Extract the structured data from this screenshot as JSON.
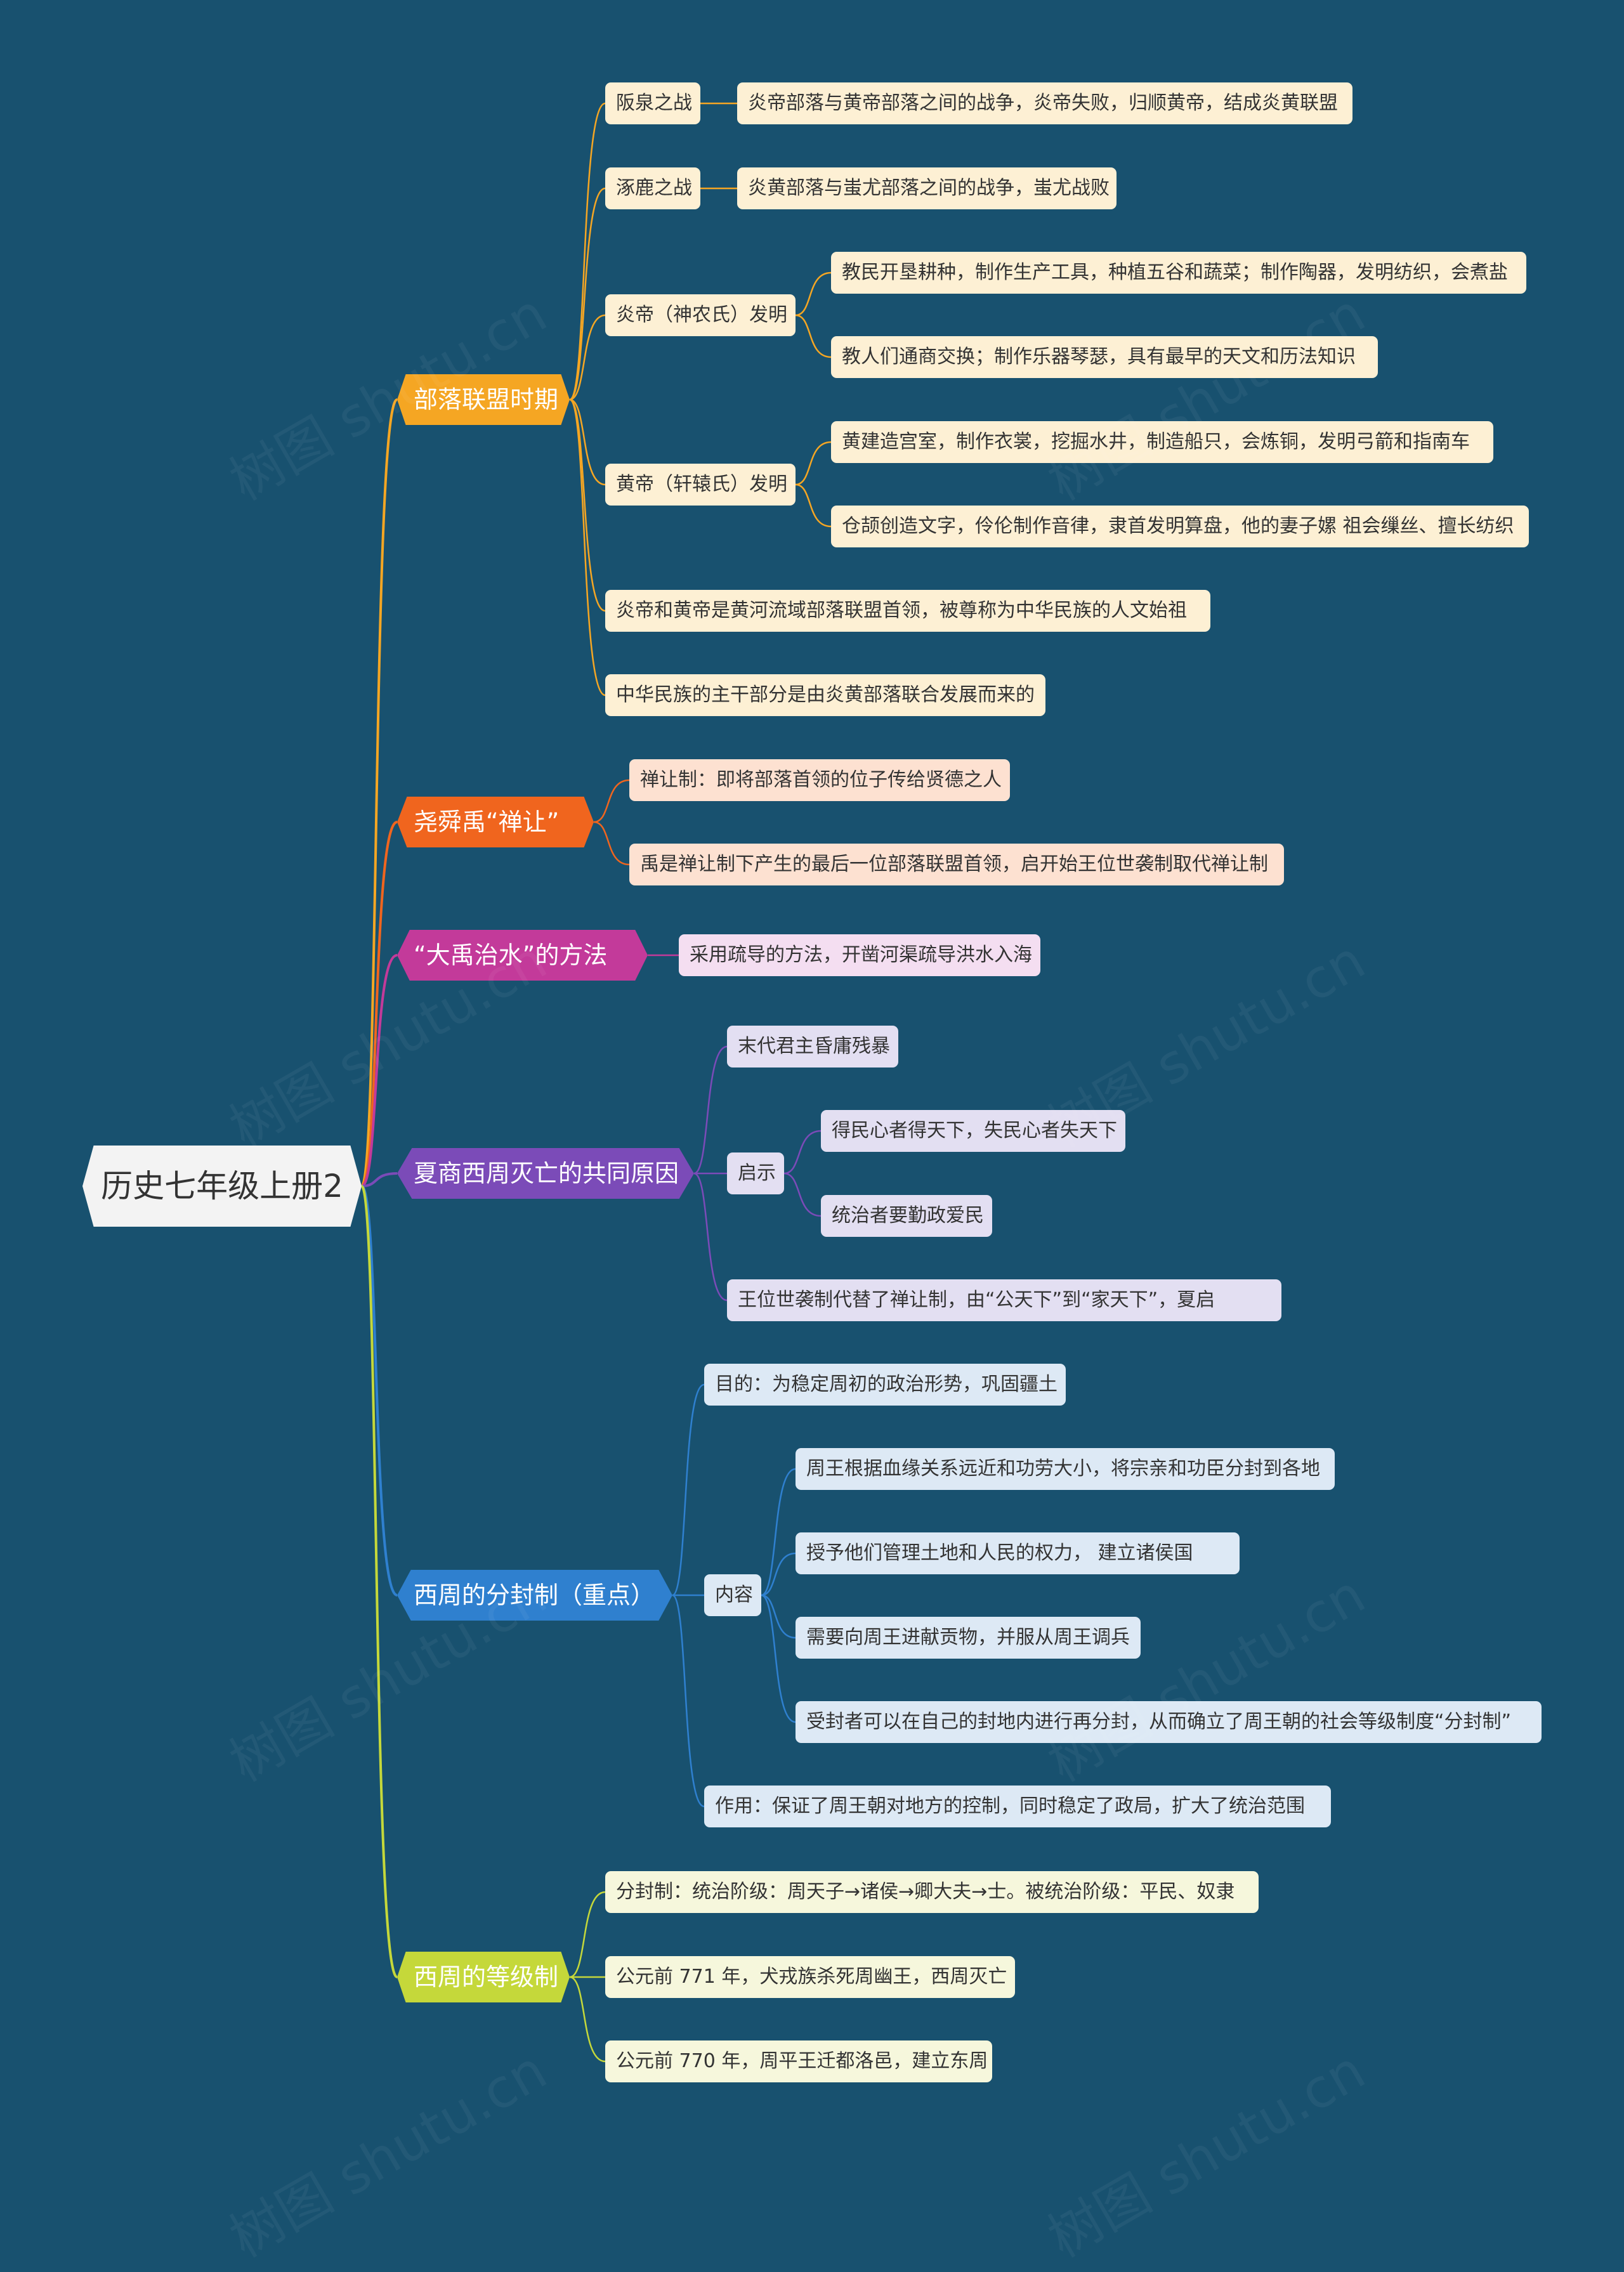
{
  "root": {
    "text": "历史七年级上册2"
  },
  "watermark": "树图 shutu.cn",
  "colors": {
    "background": "#18516f",
    "branch_0": "#f5a623",
    "branch_1": "#f0651e",
    "branch_2": "#c33a9a",
    "branch_3": "#7b4bb8",
    "branch_4": "#2f80cf",
    "branch_5": "#c5d83a"
  },
  "branches": [
    {
      "text": "部落联盟时期",
      "children": [
        {
          "text": "阪泉之战",
          "children": [
            {
              "text": "炎帝部落与黄帝部落之间的战争，炎帝失败，归顺黄帝，结成炎黄联盟"
            }
          ]
        },
        {
          "text": "涿鹿之战",
          "children": [
            {
              "text": "炎黄部落与蚩尤部落之间的战争，蚩尤战败"
            }
          ]
        },
        {
          "text": "炎帝（神农氏）发明",
          "children": [
            {
              "text": "教民开垦耕种，制作生产工具，种植五谷和蔬菜；制作陶器，发明纺织，会煮盐"
            },
            {
              "text": "教人们通商交换；制作乐器琴瑟，具有最早的天文和历法知识"
            }
          ]
        },
        {
          "text": "黄帝（轩辕氏）发明",
          "children": [
            {
              "text": "黄建造宫室，制作衣裳，挖掘水井，制造船只，会炼铜，发明弓箭和指南车"
            },
            {
              "text": "仓颉创造文字，伶伦制作音律，隶首发明算盘，他的妻子嫘 祖会缫丝、擅长纺织"
            }
          ]
        },
        {
          "text": "炎帝和黄帝是黄河流域部落联盟首领，被尊称为中华民族的人文始祖"
        },
        {
          "text": "中华民族的主干部分是由炎黄部落联合发展而来的"
        }
      ]
    },
    {
      "text": "尧舜禹“禅让”",
      "children": [
        {
          "text": "禅让制：即将部落首领的位子传给贤德之人"
        },
        {
          "text": "禹是禅让制下产生的最后一位部落联盟首领，启开始王位世袭制取代禅让制"
        }
      ]
    },
    {
      "text": "“大禹治水”的方法",
      "children": [
        {
          "text": "采用疏导的方法，开凿河渠疏导洪水入海"
        }
      ]
    },
    {
      "text": "夏商西周灭亡的共同原因",
      "children": [
        {
          "text": "末代君主昏庸残暴"
        },
        {
          "text": "启示",
          "children": [
            {
              "text": "得民心者得天下，失民心者失天下"
            },
            {
              "text": "统治者要勤政爱民"
            }
          ]
        },
        {
          "text": "王位世袭制代替了禅让制，由“公天下”到“家天下”，夏启"
        }
      ]
    },
    {
      "text": "西周的分封制（重点）",
      "children": [
        {
          "text": "目的：为稳定周初的政治形势，巩固疆土"
        },
        {
          "text": "内容",
          "children": [
            {
              "text": "周王根据血缘关系远近和功劳大小，将宗亲和功臣分封到各地"
            },
            {
              "text": "授予他们管理土地和人民的权力， 建立诸侯国"
            },
            {
              "text": "需要向周王进献贡物，并服从周王调兵"
            },
            {
              "text": "受封者可以在自己的封地内进行再分封，从而确立了周王朝的社会等级制度“分封制”"
            }
          ]
        },
        {
          "text": "作用：保证了周王朝对地方的控制，同时稳定了政局，扩大了统治范围"
        }
      ]
    },
    {
      "text": "西周的等级制",
      "children": [
        {
          "text": "分封制：统治阶级：周天子→诸侯→卿大夫→士。被统治阶级：平民、奴隶"
        },
        {
          "text": "公元前 771 年，犬戎族杀死周幽王，西周灭亡"
        },
        {
          "text": "公元前 770 年，周平王迁都洛邑，建立东周"
        }
      ]
    }
  ]
}
